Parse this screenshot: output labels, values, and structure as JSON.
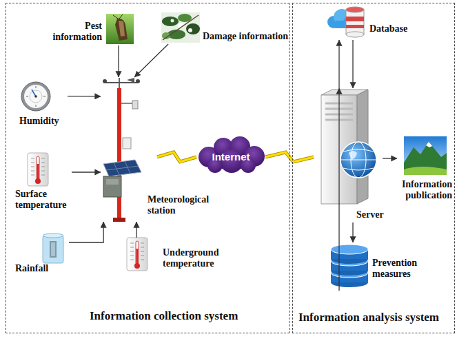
{
  "diagram": {
    "nodes": [
      {
        "text": [
          "Information collection system"
        ]
      },
      {
        "text": [
          "Pest information"
        ],
        "in": 0
      },
      {
        "text": [
          "Damage information"
        ],
        "in": 0
      },
      {
        "text": [
          "Humidity"
        ],
        "in": 0
      },
      {
        "text": [
          "Surface temperature"
        ],
        "in": 0
      },
      {
        "text": [
          "Rainfall"
        ],
        "in": 0
      },
      {
        "text": [
          "Underground temperature"
        ],
        "in": 0
      },
      {
        "text": [
          "Meteorological station"
        ],
        "in": 0
      },
      {
        "text": [
          "Internet"
        ]
      },
      {
        "text": [
          "Information analysis system"
        ]
      },
      {
        "text": [
          "Database"
        ],
        "in": 9
      },
      {
        "text": [
          "Server"
        ],
        "in": 9
      },
      {
        "text": [
          "Information publication"
        ],
        "in": 9
      },
      {
        "text": [
          "Prevention measures"
        ],
        "in": 9
      }
    ],
    "edges": [
      {
        "from": 1,
        "to": 7,
        "arrow": "to"
      },
      {
        "from": 2,
        "to": 7,
        "arrow": "to"
      },
      {
        "from": 3,
        "to": 7,
        "arrow": "to"
      },
      {
        "from": 4,
        "to": 7,
        "arrow": "to"
      },
      {
        "from": 5,
        "to": 7,
        "arrow": "to"
      },
      {
        "from": 6,
        "to": 7,
        "arrow": "to"
      },
      {
        "from": 7,
        "to": 8,
        "arrow": "none"
      },
      {
        "from": 8,
        "to": 11,
        "arrow": "none"
      },
      {
        "from": 11,
        "to": 10,
        "arrow": "to"
      },
      {
        "from": 10,
        "to": 11,
        "arrow": "to"
      },
      {
        "from": 11,
        "to": 12,
        "arrow": "to"
      },
      {
        "from": 11,
        "to": 13,
        "arrow": "to"
      },
      {
        "from": 13,
        "to": 11,
        "arrow": "to"
      }
    ]
  }
}
